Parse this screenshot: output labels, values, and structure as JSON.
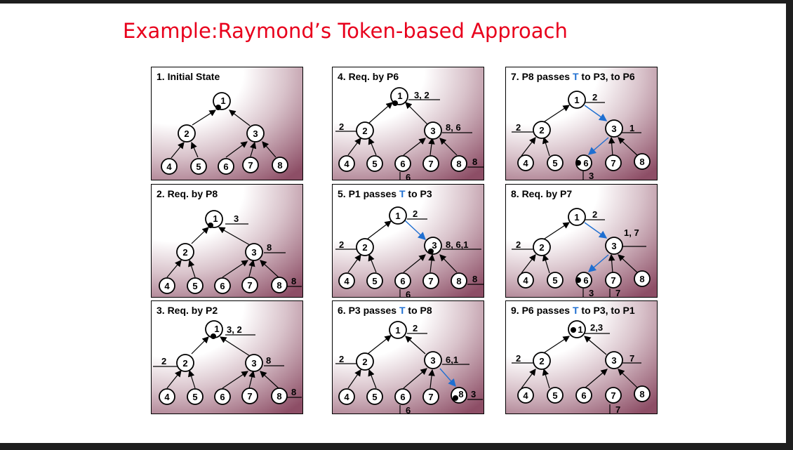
{
  "title": "Example:Raymond’s Token-based Approach",
  "token_color": "#1f6fd1",
  "panels": [
    {
      "caption_before": "1. Initial State",
      "caption_token": "",
      "caption_after": ""
    },
    {
      "caption_before": "2. Req. by P8",
      "caption_token": "",
      "caption_after": ""
    },
    {
      "caption_before": "3. Req. by P2",
      "caption_token": "",
      "caption_after": ""
    },
    {
      "caption_before": "4. Req. by P6",
      "caption_token": "",
      "caption_after": ""
    },
    {
      "caption_before": "5. P1 passes ",
      "caption_token": "T",
      "caption_after": " to P3"
    },
    {
      "caption_before": "6. P3 passes ",
      "caption_token": "T",
      "caption_after": " to P8"
    },
    {
      "caption_before": "7. P8 passes ",
      "caption_token": "T",
      "caption_after": " to P3, to P6"
    },
    {
      "caption_before": "8. Req. by P7",
      "caption_token": "",
      "caption_after": ""
    },
    {
      "caption_before": "9. P6 passes ",
      "caption_token": "T",
      "caption_after": " to P3, to P1"
    }
  ],
  "nodes": [
    "1",
    "2",
    "3",
    "4",
    "5",
    "6",
    "7",
    "8"
  ],
  "queues": {
    "p2_n1": "3",
    "p2_n3": "8",
    "p2_n8": "8",
    "p3_n1": "3, 2",
    "p3_n2": "2",
    "p3_n3": "8",
    "p3_n8": "8",
    "p4_n1": "3, 2",
    "p4_n2": "2",
    "p4_n3": "8, 6",
    "p4_n6": "6",
    "p4_n8": "8",
    "p5_n1": "2",
    "p5_n2": "2",
    "p5_n3": "8, 6,1",
    "p5_n6": "6",
    "p5_n8": "8",
    "p6_n1": "2",
    "p6_n2": "2",
    "p6_n3": "6,1",
    "p6_n6": "6",
    "p6_n8": "3",
    "p7_n1": "2",
    "p7_n2": "2",
    "p7_n3": "1",
    "p7_n6": "3",
    "p8_n1": "2",
    "p8_n2": "2",
    "p8_n3": "1, 7",
    "p8_n6": "3",
    "p8_n7": "7",
    "p9_n1": "2,3",
    "p9_n2": "2",
    "p9_n3": "7",
    "p9_n7": "7"
  }
}
